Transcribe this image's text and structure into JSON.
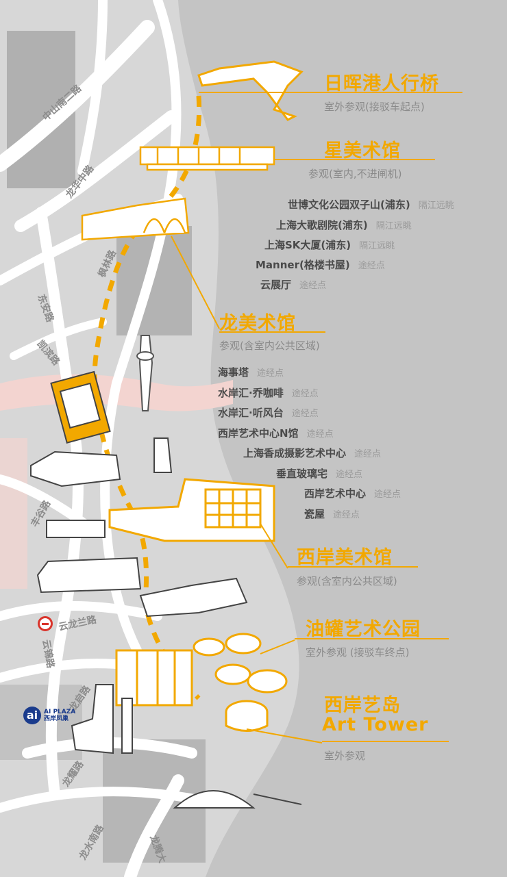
{
  "stops": [
    {
      "title": "日晖港人行桥",
      "subtitle": "室外参观(接驳车起点)"
    },
    {
      "title": "星美术馆",
      "subtitle": "参观(室内,不进闸机)"
    },
    {
      "title": "龙美术馆",
      "subtitle": "参观(含室内公共区域)"
    },
    {
      "title": "西岸美术馆",
      "subtitle": "参观(含室内公共区域)"
    },
    {
      "title": "油罐艺术公园",
      "subtitle": "室外参观 (接驳车终点)"
    },
    {
      "title": "西岸艺岛",
      "title2": "Art Tower",
      "subtitle": "室外参观"
    }
  ],
  "pois_a": [
    {
      "name": "世博文化公园双子山(浦东)",
      "note": "隔江远眺"
    },
    {
      "name": "上海大歌剧院(浦东)",
      "note": "隔江远眺"
    },
    {
      "name": "上海SK大厦(浦东)",
      "note": "隔江远眺"
    },
    {
      "name": "Manner(格楼书屋)",
      "note": "途经点"
    },
    {
      "name": "云展厅",
      "note": "途经点"
    }
  ],
  "pois_b": [
    {
      "name": "海事塔",
      "note": "途经点"
    },
    {
      "name": "水岸汇·乔咖啡",
      "note": "途经点"
    },
    {
      "name": "水岸汇·听风台",
      "note": "途经点"
    },
    {
      "name": "西岸艺术中心N馆",
      "note": "途经点"
    },
    {
      "name": "上海香成摄影艺术中心",
      "note": "途经点"
    },
    {
      "name": "垂直玻璃宅",
      "note": "途经点"
    },
    {
      "name": "西岸艺术中心",
      "note": "途经点"
    },
    {
      "name": "瓷屋",
      "note": "途经点"
    }
  ],
  "roads": {
    "zhongshan": "中山南二路",
    "longhua": "龙华中路",
    "dongan": "东安路",
    "fenglin": "枫林路",
    "kaibin": "凯滨路",
    "fenggu": "丰谷路",
    "yunlan": "云龙兰路",
    "yunjin": "云锦路",
    "longqi": "龙启路",
    "longyao": "龙耀路",
    "longshuinan": "龙水南路",
    "longteng": "龙腾大"
  },
  "mall": {
    "logo": "ai",
    "line1": "AI PLAZA",
    "line2": "西岸凤巢"
  },
  "colors": {
    "accent": "#f2a800",
    "river": "#c2c2c2",
    "land": "#d7d7d7",
    "road": "#ffffff",
    "pink": "#f3d4d0"
  }
}
